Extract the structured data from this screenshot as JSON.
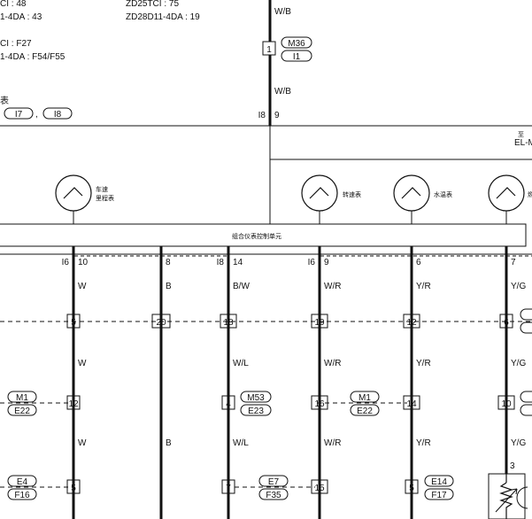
{
  "notes": {
    "line1a": "CI : 48",
    "line1b": "ZD25TCI : 75",
    "line2a": "1-4DA : 43",
    "line2b": "ZD28D11-4DA : 19",
    "line3": "CI : F27",
    "line4": "1-4DA : F54/F55",
    "line5": "表",
    "line5_sep": ","
  },
  "refs": {
    "i7": "I7",
    "i8": "I8",
    "top_pin_label": "I8",
    "top_pin": "9"
  },
  "top_wire": {
    "color1": "W/B",
    "color2": "W/B",
    "connector_pin": "1",
    "ref_a": "M36",
    "ref_b": "I1"
  },
  "side_ref": {
    "line1": "至",
    "line2": "EL-M"
  },
  "gauges": {
    "speedometer": "车速\n里程表",
    "tachometer": "转速表",
    "temperature": "水温表",
    "fuel": "燃"
  },
  "control_unit": "组合仪表控制单元",
  "columns": [
    {
      "conn": "I6",
      "pin": "10",
      "c1": "W",
      "j1": "5",
      "c2": "W",
      "j2": "12",
      "r2a": "M1",
      "r2b": "E22",
      "c3": "W",
      "j3": "5",
      "r3a": "E4",
      "r3b": "F16"
    },
    {
      "conn": "",
      "pin": "8",
      "c1": "B",
      "j1": "20",
      "c3": "B"
    },
    {
      "conn": "I8",
      "pin": "14",
      "c1": "B/W",
      "j1": "18",
      "c2": "W/L",
      "j2": "4",
      "r2a": "M53",
      "r2b": "E23",
      "c3": "W/L",
      "j3": "7",
      "r3a": "E7",
      "r3b": "F35"
    },
    {
      "conn": "I6",
      "pin": "9",
      "c1": "W/R",
      "j1": "19",
      "c2": "W/R",
      "j2": "16",
      "r2a": "M1",
      "r2b": "E22",
      "c3": "W/R",
      "j3": "15"
    },
    {
      "conn": "",
      "pin": "6",
      "c1": "Y/R",
      "j1": "12",
      "c2": "Y/R",
      "j2": "14",
      "c3": "Y/R",
      "j3": "5",
      "r3a": "E14",
      "r3b": "F17"
    },
    {
      "conn": "",
      "pin": "7",
      "c1": "Y/G",
      "j1": "6",
      "c2": "Y/G",
      "j2": "10",
      "c3": "Y/G",
      "j3": "3"
    }
  ]
}
